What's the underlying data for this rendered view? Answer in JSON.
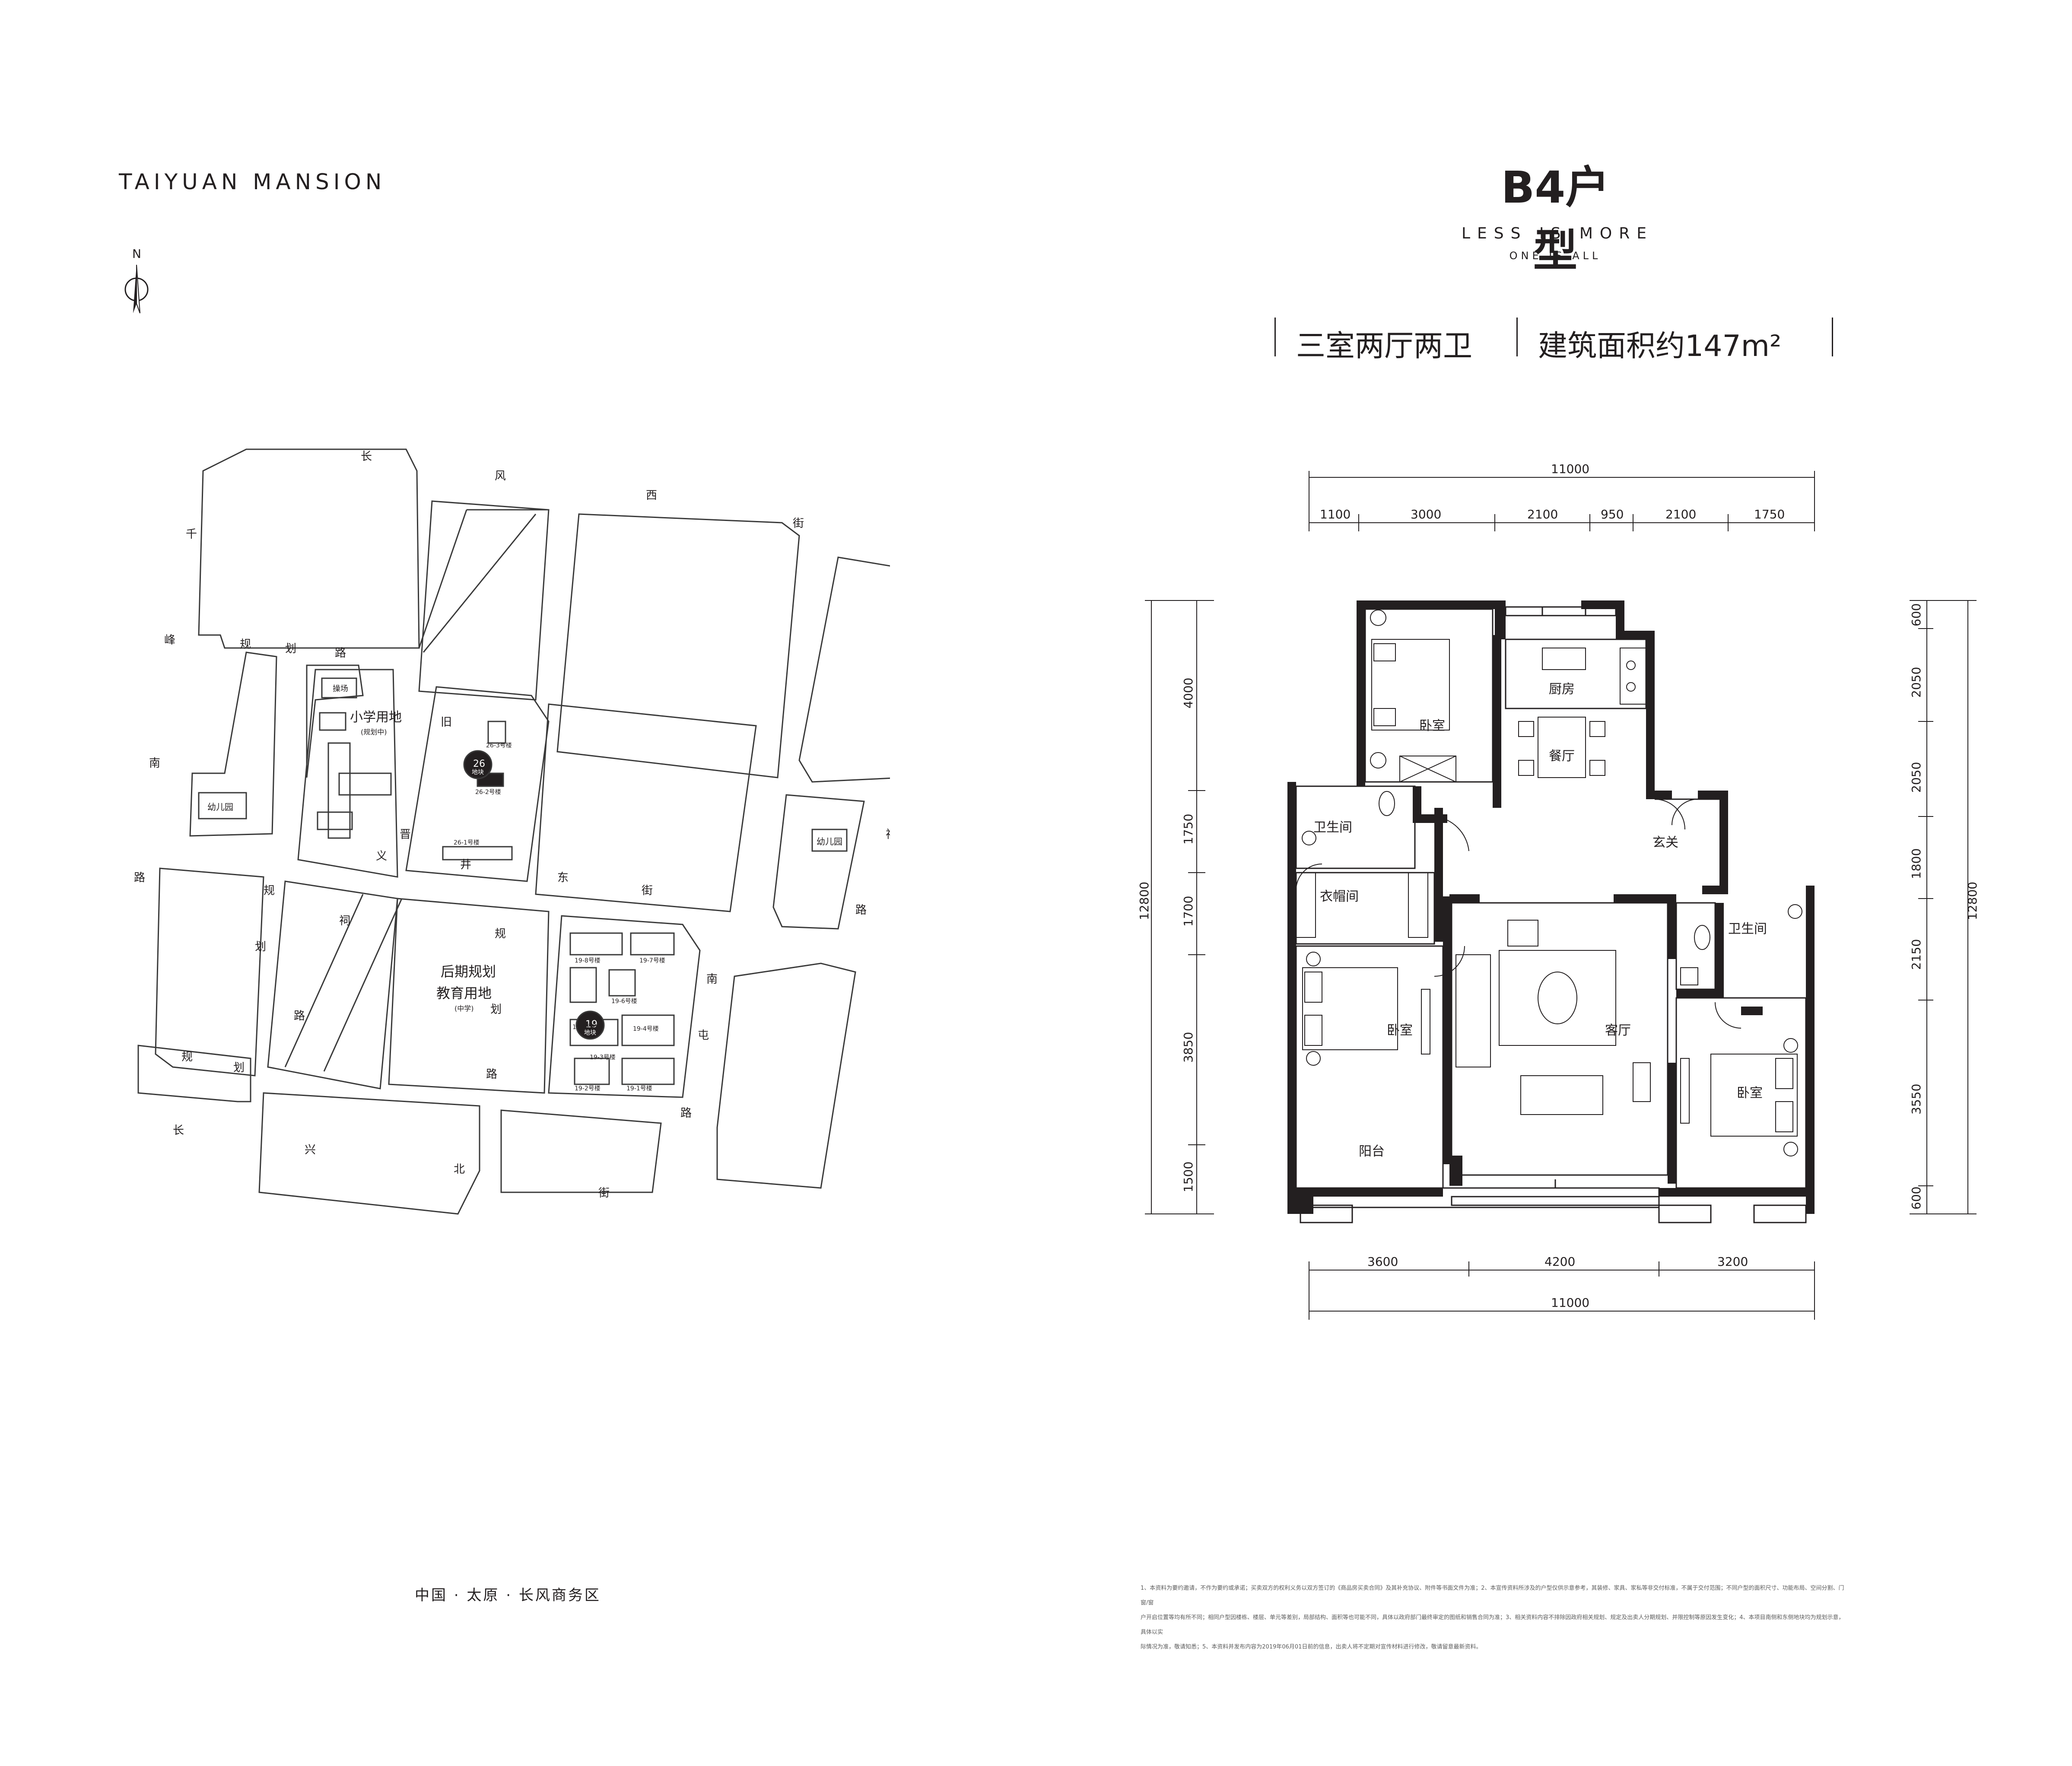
{
  "header": {
    "brand": "TAIYUAN MANSION",
    "north_label": "N",
    "unit_title": "B4户型",
    "slogan": "LESS IS MORE",
    "slogan_sub": "ONE IS ALL",
    "layout_desc": "三室两厅两卫",
    "area_desc": "建筑面积约147m²"
  },
  "site_map": {
    "caption": "中国 · 太原 · 长风商务区",
    "road_chars": {
      "changfeng_west": [
        "长",
        "风",
        "西",
        "街"
      ],
      "qianfeng_south": [
        "千",
        "峰",
        "南",
        "路"
      ],
      "xinjin_ci": [
        "新",
        "晋",
        "祠",
        "路"
      ],
      "guihua_top": [
        "规",
        "划",
        "路"
      ],
      "jiu_jin": [
        "旧",
        "晋"
      ],
      "yijing_east": [
        "义",
        "井",
        "东",
        "街"
      ],
      "guihua_left": [
        "规",
        "划",
        "祠",
        "路"
      ],
      "guihua_mid": [
        "规",
        "划",
        "路"
      ],
      "guihua_bottom": [
        "规",
        "划"
      ],
      "nantun": [
        "南",
        "屯",
        "路"
      ],
      "changxing_north": [
        "长",
        "兴",
        "北",
        "街"
      ]
    },
    "labels": {
      "playground": "操场",
      "primary_school": "小学用地",
      "primary_school_sub": "(规划中)",
      "kindergarten": "幼儿园",
      "later_planning": "后期规划",
      "education_land": "教育用地",
      "education_sub": "(中学)",
      "plot26": "26",
      "plot19": "19",
      "plot_sub": "地块",
      "b26_3": "26-3号楼",
      "b26_2": "26-2号楼",
      "b26_1": "26-1号楼",
      "b19_8": "19-8号楼",
      "b19_7": "19-7号楼",
      "b19_6": "19-6号楼",
      "b19_5": "19-5号楼",
      "b19_4": "19-4号楼",
      "b19_3": "19-3号楼",
      "b19_2": "19-2号楼",
      "b19_1": "19-1号楼"
    }
  },
  "floor_plan": {
    "dims": {
      "top_total": "11000",
      "top_segments": [
        "1100",
        "3000",
        "2100",
        "950",
        "2100",
        "1750"
      ],
      "bottom_segments": [
        "3600",
        "4200",
        "3200"
      ],
      "bottom_total": "11000",
      "left_total": "12800",
      "left_segments": [
        "4000",
        "1750",
        "1700",
        "3850",
        "1500"
      ],
      "right_total": "12800",
      "right_segments": [
        "600",
        "2050",
        "2050",
        "1800",
        "2150",
        "3550",
        "600"
      ]
    },
    "rooms": {
      "bedroom_top": "卧室",
      "kitchen": "厨房",
      "dining": "餐厅",
      "bath_left": "卫生间",
      "cloakroom": "衣帽间",
      "foyer": "玄关",
      "bath_right": "卫生间",
      "bedroom_left": "卧室",
      "living": "客厅",
      "bedroom_right": "卧室",
      "balcony": "阳台"
    }
  },
  "notes": {
    "line1": "1、本资料为要约邀请，不作为要约或承诺；买卖双方的权利义务以双方签订的《商品房买卖合同》及其补充协议、附件等书面文件为准；2、本宣传资料所涉及的户型仅供示意参考，其装修、家具、家私等非交付标准，不属于交付范围；不同户型的面积尺寸、功能布局、空间分割、门窗/窗",
    "line2": "户开启位置等均有所不同；相同户型因楼栋、楼层、单元等差别，局部结构、面积等也可能不同，具体以政府部门最终审定的图纸和销售合同为准；3、相关资料内容不排除因政府相关规划、规定及出卖人分期规划、并限控制等原因发生变化；4、本项目南侧和东侧地块均为规划示意，具体以实",
    "line3": "际情况为准，敬请知悉；5、本资料并发布内容为2019年06月01日前的信息，出卖人将不定期对宣传材料进行修改，敬请留意最新资料。"
  }
}
